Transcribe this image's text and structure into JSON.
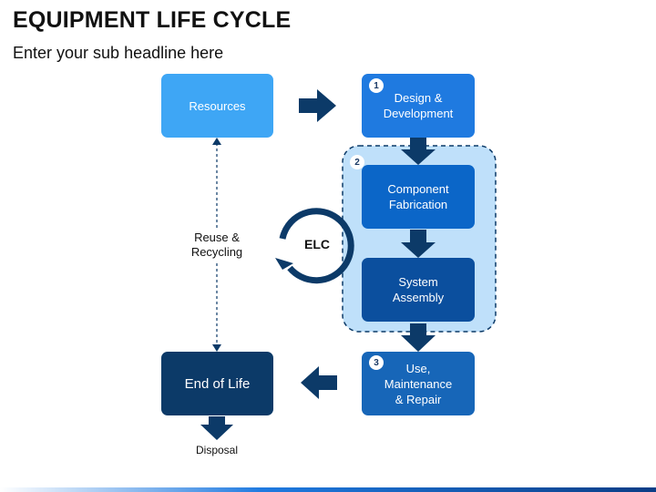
{
  "slide": {
    "title": "EQUIPMENT LIFE CYCLE",
    "subtitle": "Enter your sub headline here"
  },
  "nodes": {
    "resources": "Resources",
    "design": "Design &\nDevelopment",
    "component": "Component\nFabrication",
    "assembly": "System\nAssembly",
    "use": "Use,\nMaintenance\n& Repair",
    "end_of_life": "End of Life"
  },
  "badges": {
    "one": "1",
    "two": "2",
    "three": "3"
  },
  "labels": {
    "reuse": "Reuse &\nRecycling",
    "elc": "ELC",
    "disposal": "Disposal"
  },
  "colors": {
    "light_blue": "#3ea6f5",
    "mid_blue": "#1f7ae0",
    "dark_blue": "#0b4f9e",
    "navy": "#0c3a68",
    "group_fill": "#bfe0fa"
  }
}
